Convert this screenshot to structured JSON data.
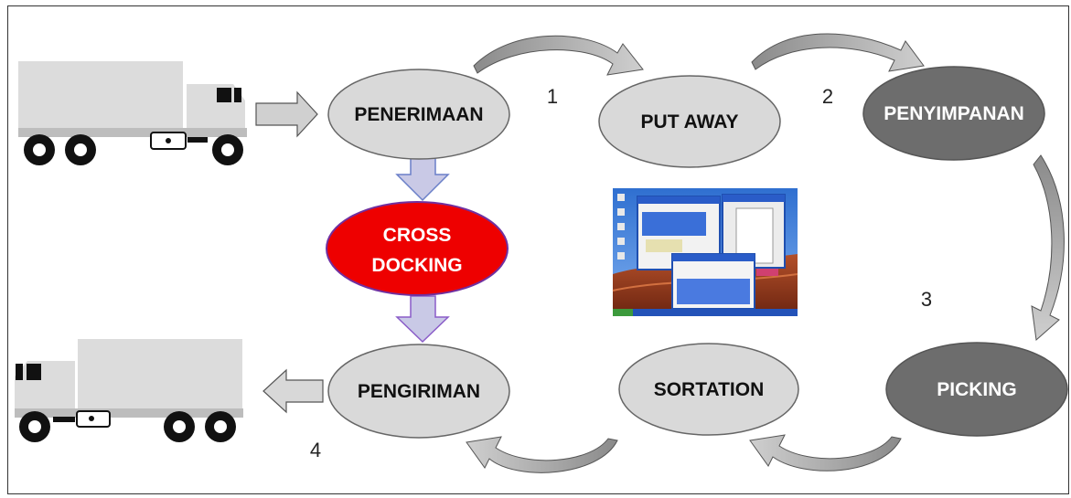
{
  "nodes": {
    "penerimaan": "PENERIMAAN",
    "put_away": "PUT AWAY",
    "penyimpanan": "PENYIMPANAN",
    "cross_docking_line1": "CROSS",
    "cross_docking_line2": "DOCKING",
    "pengiriman": "PENGIRIMAN",
    "sortation": "SORTATION",
    "picking": "PICKING"
  },
  "steps": {
    "s1": "1",
    "s2": "2",
    "s3": "3",
    "s4": "4"
  },
  "colors": {
    "light_node": "#d9d9d9",
    "dark_node": "#6d6d6d",
    "cross_docking": "#ee0000",
    "cross_docking_border": "#7030a0",
    "truck_body": "#dcdcdc",
    "arrow_fill": "#c8c8c8"
  },
  "icons": {
    "truck_in": "truck-icon",
    "truck_out": "truck-icon",
    "screenshot": "computer-screen-icon"
  }
}
